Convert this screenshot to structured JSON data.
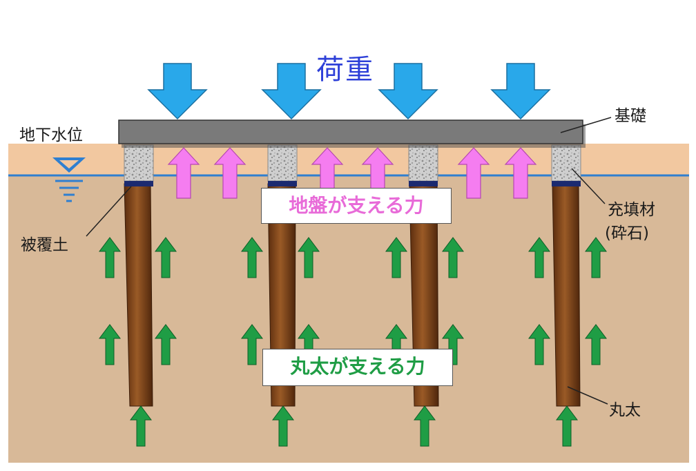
{
  "labels": {
    "load": "荷重",
    "foundation": "基礎",
    "groundwater_level": "地下水位",
    "cover_soil": "被覆土",
    "filler_line1": "充填材",
    "filler_line2": "(砕石)",
    "log": "丸太",
    "ground_support": "地盤が支える力",
    "log_support": "丸太が支える力"
  },
  "colors": {
    "load_arrow": "#29a8ea",
    "load_text": "#2e40d8",
    "ground_arrow": "#f57df0",
    "ground_text": "#e86bd8",
    "log_arrow": "#1f9d45",
    "log_text": "#1f9d45",
    "soil": "#d8b998",
    "wet_soil": "#f2c8a0",
    "water_line": "#2f7fd0",
    "foundation": "#7a7a7a",
    "log_wood": "#8b4a1e",
    "filler": "#c8c8c8"
  },
  "icons": [
    "water-level-symbol-icon",
    "down-arrow-icon",
    "up-arrow-icon"
  ]
}
